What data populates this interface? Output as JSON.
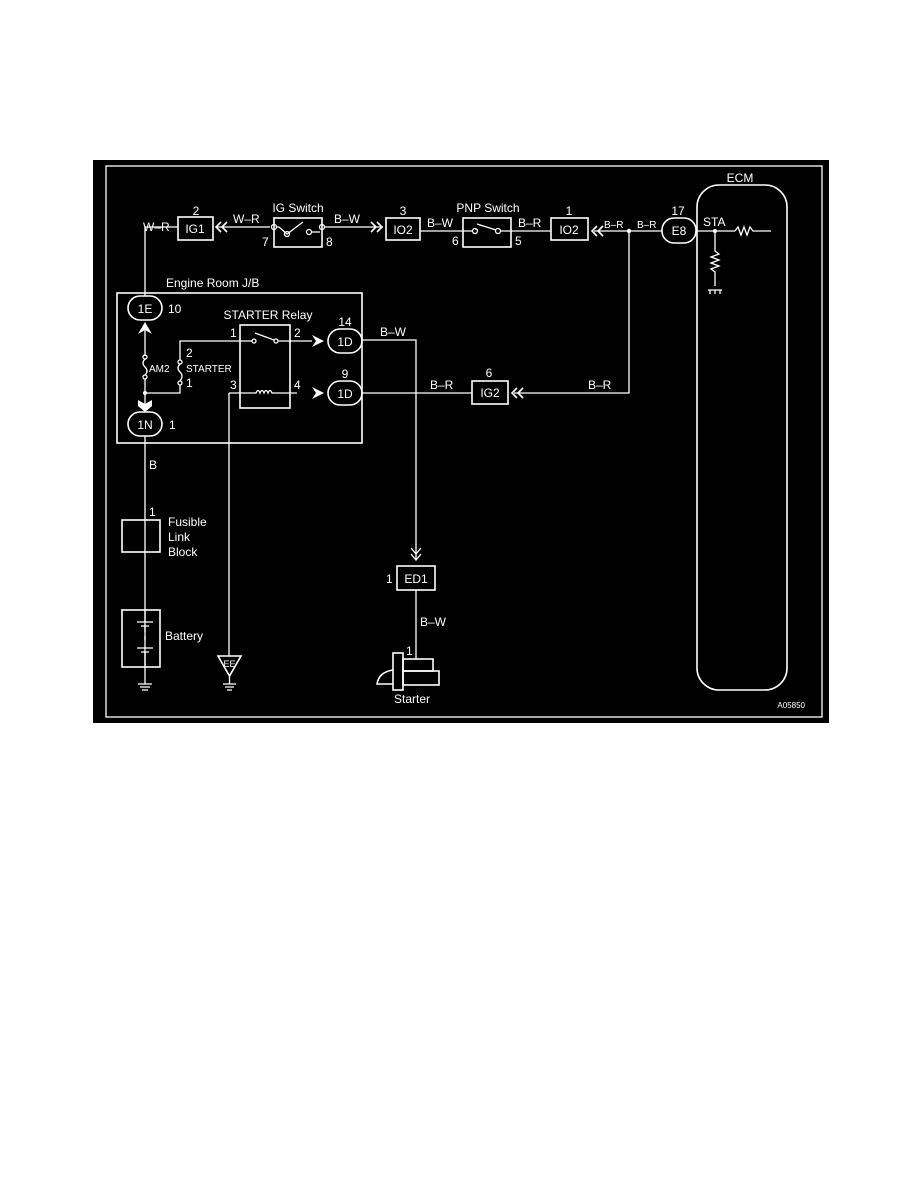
{
  "diagram": {
    "figure_id": "A05850",
    "components": {
      "ig1": {
        "label": "IG1",
        "pin": "2"
      },
      "ig_switch": {
        "label": "IG Switch",
        "pin_in": "7",
        "pin_out": "8"
      },
      "io2_a": {
        "label": "IO2",
        "pin": "3"
      },
      "pnp_switch": {
        "label": "PNP Switch",
        "pin_in": "6",
        "pin_out": "5"
      },
      "io2_b": {
        "label": "IO2",
        "pin": "1"
      },
      "e8": {
        "label": "E8",
        "pin": "17"
      },
      "ecm": {
        "label": "ECM",
        "terminal": "STA"
      },
      "jb": {
        "label": "Engine Room J/B"
      },
      "j1e": {
        "label": "1E",
        "pin": "10"
      },
      "j1n": {
        "label": "1N",
        "pin": "1"
      },
      "am2": {
        "label": "AM2"
      },
      "starter_fuse": {
        "label": "STARTER",
        "pin_top": "2",
        "pin_bottom": "1"
      },
      "starter_relay": {
        "label": "STARTER Relay",
        "pin1": "1",
        "pin2": "2",
        "pin3": "3",
        "pin4": "4"
      },
      "j1d_a": {
        "label": "1D",
        "pin": "14"
      },
      "j1d_b": {
        "label": "1D",
        "pin": "9"
      },
      "ig2": {
        "label": "IG2",
        "pin": "6"
      },
      "ed1": {
        "label": "ED1",
        "pin": "1"
      },
      "starter": {
        "label": "Starter",
        "pin": "1"
      },
      "fusible": {
        "label_1": "Fusible",
        "label_2": "Link",
        "label_3": "Block",
        "pin": "1"
      },
      "battery": {
        "label": "Battery"
      },
      "ground_ee": {
        "label": "EE"
      }
    },
    "wires": {
      "w_r_1": "W–R",
      "w_r_2": "W–R",
      "b_w_1": "B–W",
      "b_w_2": "B–W",
      "b_r_1": "B–R",
      "b_r_2": "B–R",
      "b_r_3": "B–R",
      "b_w_relay": "B–W",
      "b_r_relay": "B–R",
      "b_r_ig2": "B–R",
      "b_w_starter": "B–W",
      "b_battery": "B"
    }
  }
}
